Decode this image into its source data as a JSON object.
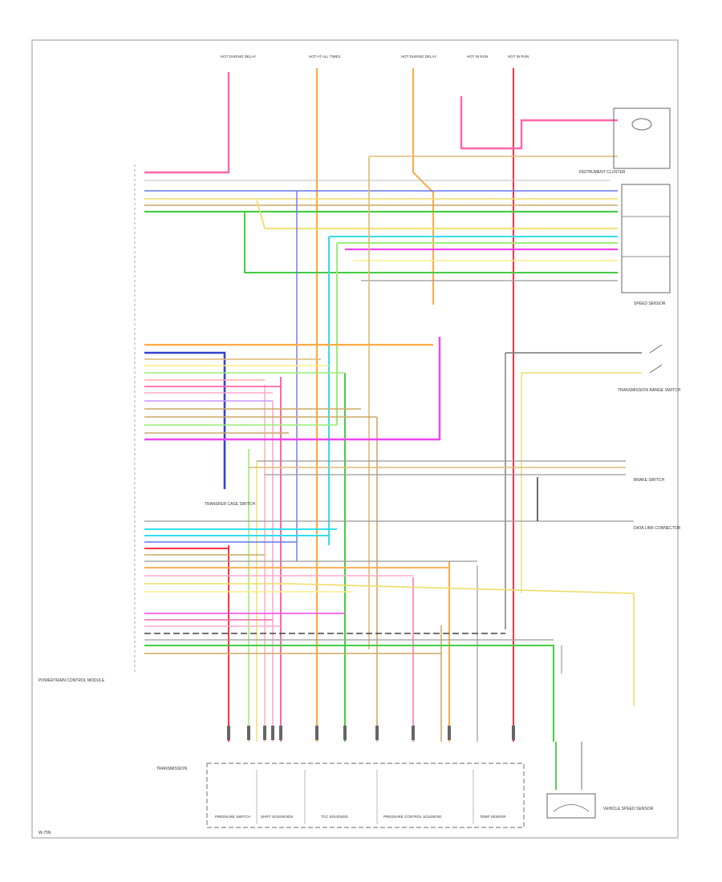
{
  "top_labels": [
    "HOT DURING DELAY",
    "HOT AT ALL TIMES",
    "HOT DURING DELAY",
    "HOT IN RUN",
    "HOT IN RUN"
  ],
  "right_components": [
    "INSTRUMENT CLUSTER",
    "SPEED SENSOR",
    "TRANSMISSION RANGE SWITCH",
    "BRAKE SWITCH",
    "DATA LINK CONNECTOR",
    "VEHICLE SPEED SENSOR"
  ],
  "left_components": [
    "POWERTRAIN CONTROL MODULE",
    "TRANSFER CASE SWITCH",
    "TRANSMISSION"
  ],
  "bottom_components": [
    "PRESSURE SWITCH",
    "SHIFT SOLENOIDS",
    "TCC SOLENOID",
    "PRESSURE CONTROL SOLENOID",
    "TEMP SENSOR"
  ],
  "wire_colors": {
    "pink": "#ff66aa",
    "orange": "#ffaa44",
    "yellow": "#eedd66",
    "light_yellow": "#ffee88",
    "green": "#44cc44",
    "light_green": "#99ee77",
    "blue": "#6677ee",
    "dark_blue": "#3344cc",
    "cyan": "#33ddee",
    "magenta": "#ee44ee",
    "tan": "#ccaa66",
    "gray": "#999999",
    "red": "#ff3344",
    "black": "#444444"
  },
  "corner_code": "W-75N"
}
